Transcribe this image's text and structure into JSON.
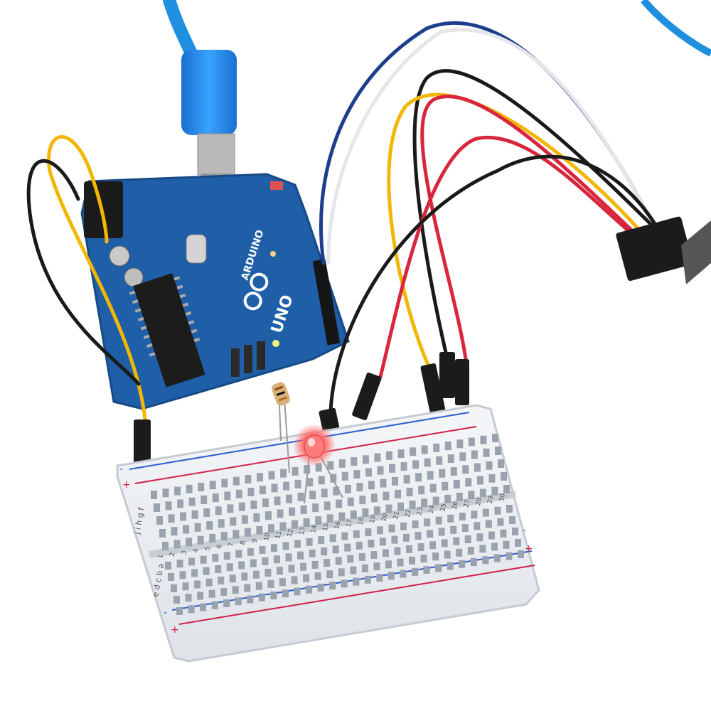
{
  "board": {
    "brand": "ARDUINO",
    "model": "UNO",
    "pcb_color": "#1e5fa8"
  },
  "breadboard": {
    "top_plus": "+",
    "top_minus": "-",
    "bottom_plus": "+",
    "bottom_minus": "-",
    "top_rows": "j i h g f",
    "bottom_rows": "e d c b a",
    "column_numbers": [
      "1",
      "2",
      "3",
      "4",
      "5",
      "6",
      "7",
      "8",
      "9",
      "10",
      "11",
      "12",
      "13",
      "14",
      "15",
      "16",
      "17",
      "18",
      "19",
      "20",
      "21",
      "22",
      "23",
      "24",
      "25",
      "26",
      "27",
      "28",
      "29",
      "30"
    ]
  },
  "colors": {
    "usb_cable": "#1f8fe0",
    "wire_blue": "#1b3f8c",
    "wire_white": "#e6e6ea",
    "wire_black": "#1a1a1a",
    "wire_yellow": "#f2b705",
    "wire_red": "#d7263d",
    "led": "#ff7a7a",
    "rail_red": "#d0204a",
    "rail_blue": "#2a5fd0"
  }
}
